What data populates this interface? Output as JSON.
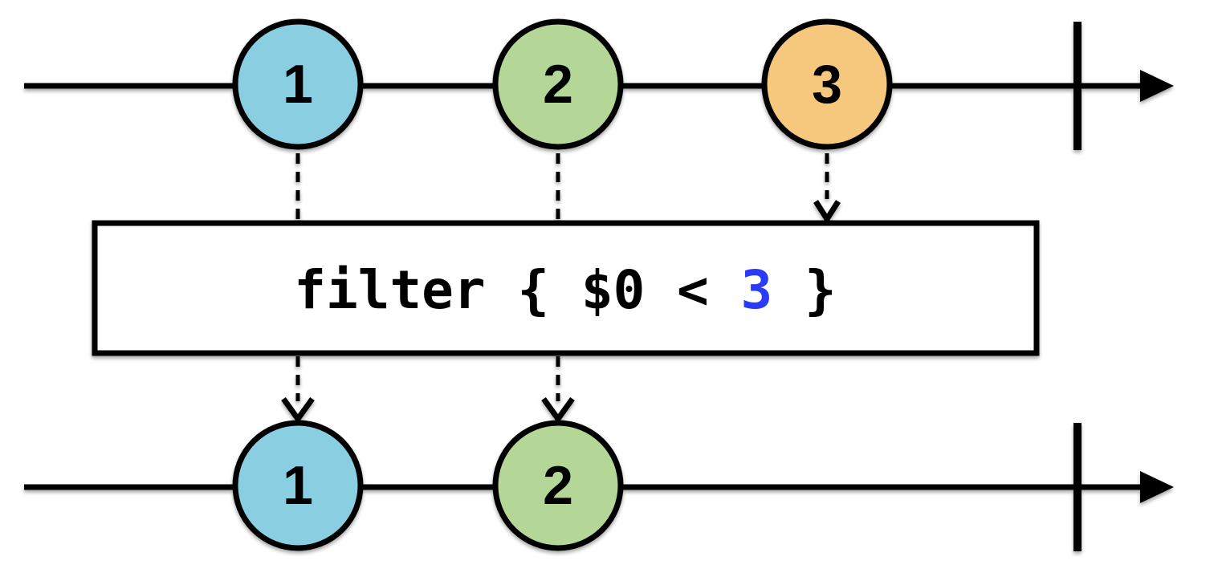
{
  "palette": {
    "marble_blue": "#89CEE1",
    "marble_green": "#B4D797",
    "marble_orange": "#F6C87D",
    "stroke_black": "#000000",
    "expr_highlight_blue": "#2B3BF7",
    "background": "#FFFFFF"
  },
  "source_stream": {
    "marbles": [
      {
        "label": "1",
        "color": "#89CEE1"
      },
      {
        "label": "2",
        "color": "#B4D797"
      },
      {
        "label": "3",
        "color": "#F6C87D"
      }
    ]
  },
  "operator": {
    "expr_prefix": "filter { $0 < ",
    "expr_highlight": "3",
    "expr_suffix": " }"
  },
  "output_stream": {
    "marbles": [
      {
        "label": "1",
        "color": "#89CEE1"
      },
      {
        "label": "2",
        "color": "#B4D797"
      }
    ]
  }
}
